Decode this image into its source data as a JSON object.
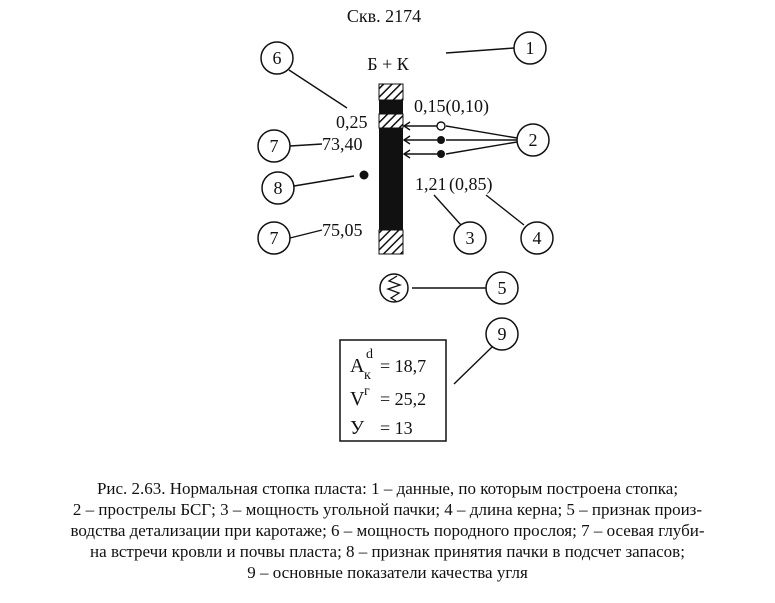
{
  "well_title": "Скв. 2174",
  "stack_label": "Б + К",
  "values": {
    "thickness_top": "0,25",
    "depth_top": "73,40",
    "depth_bottom": "75,05",
    "coal_top": "0,15(0,10)",
    "coal_main_thickness": "1,21",
    "core_length": "(0,85)"
  },
  "callouts": [
    "1",
    "2",
    "3",
    "4",
    "5",
    "6",
    "7",
    "7",
    "8",
    "9"
  ],
  "indicators": {
    "ash_symbol": "A",
    "ash_sup": "d",
    "ash_sub": "к",
    "ash_value": "= 18,7",
    "volatile_symbol": "V",
    "volatile_sup": "г",
    "volatile_value": "= 25,2",
    "y_symbol": "У",
    "y_value": "= 13"
  },
  "caption_lines": [
    "Рис. 2.63. Нормальная стопка пласта: 1 – данные, по которым построена стопка;",
    "2 – прострелы БСГ; 3 – мощность угольной пачки; 4 – длина керна; 5 – признак произ-",
    "водства детализации при каротаже; 6 – мощность породного прослоя; 7 – осевая глуби-",
    "на встречи кровли и почвы пласта; 8 – признак принятия пачки в подсчет запасов;",
    "9 – основные показатели качества угля"
  ]
}
